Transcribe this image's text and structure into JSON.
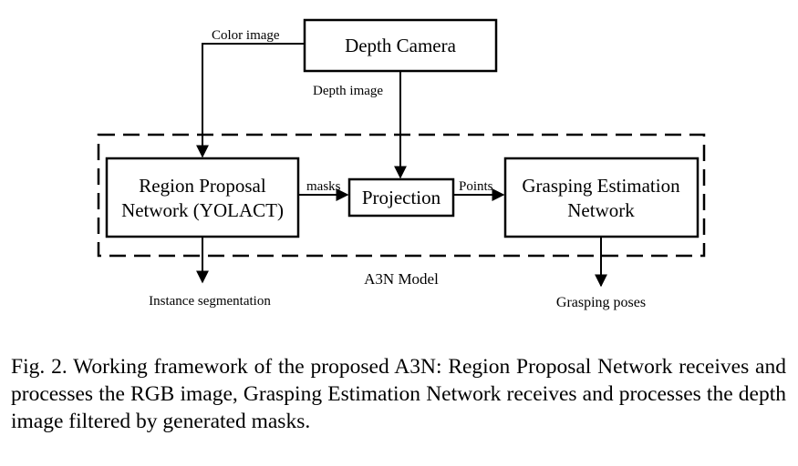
{
  "nodes": {
    "depth_camera": {
      "lines": [
        "Depth Camera"
      ]
    },
    "region_proposal": {
      "lines": [
        "Region Proposal",
        "Network (YOLACT)"
      ]
    },
    "projection": {
      "lines": [
        "Projection"
      ]
    },
    "grasping_estimation": {
      "lines": [
        "Grasping Estimation",
        "Network"
      ]
    }
  },
  "edges": {
    "color_image": "Color image",
    "depth_image": "Depth image",
    "masks": "masks",
    "points": "Points",
    "instance_segmentation": "Instance segmentation",
    "grasping_poses": "Grasping poses"
  },
  "group": {
    "label": "A3N Model"
  },
  "caption": {
    "text": "Fig. 2.  Working framework of the proposed A3N: Region Proposal Network receives and processes the RGB image, Grasping Estimation Network receives and processes the depth image filtered by generated masks."
  }
}
